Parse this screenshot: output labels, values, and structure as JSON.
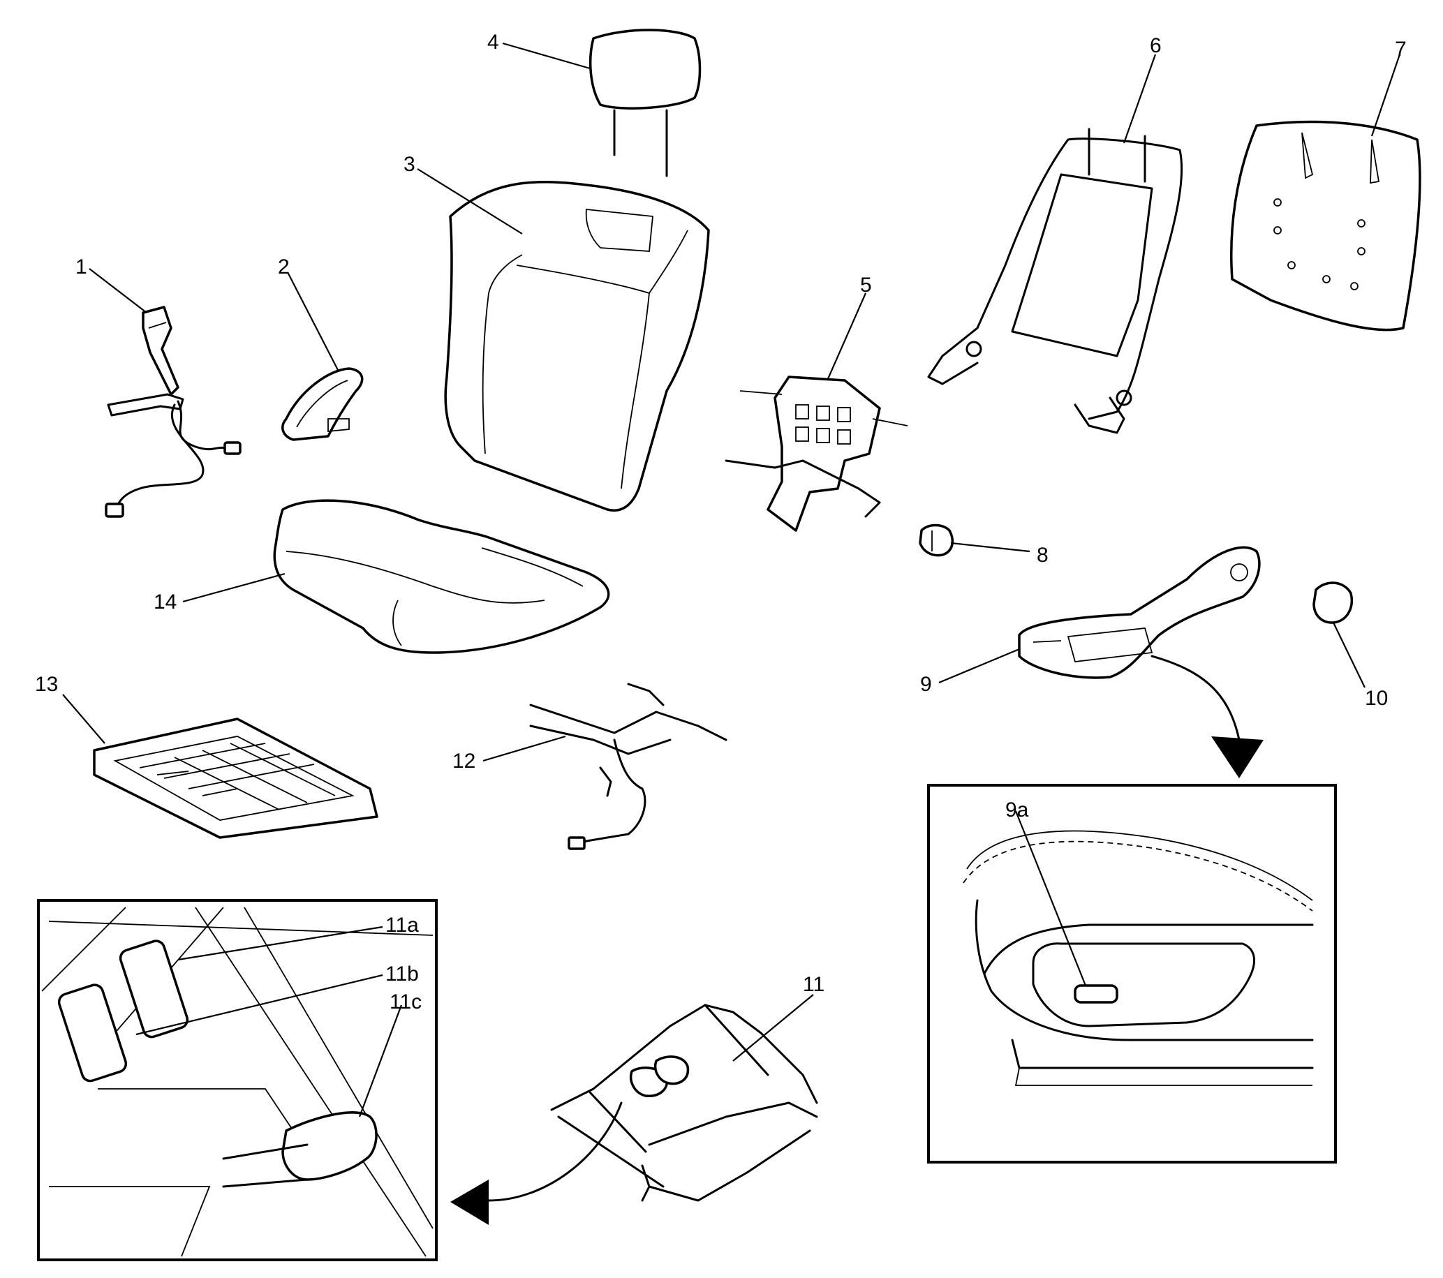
{
  "callouts": {
    "c1": "1",
    "c2": "2",
    "c3": "3",
    "c4": "4",
    "c5": "5",
    "c6": "6",
    "c7": "7",
    "c8": "8",
    "c9": "9",
    "c10": "10",
    "c11": "11",
    "c12": "12",
    "c13": "13",
    "c14": "14"
  },
  "inset_seat_adjuster": {
    "c11a": "11a",
    "c11b": "11b",
    "c11c": "11c"
  },
  "inset_side_panel": {
    "c9a": "9a"
  }
}
